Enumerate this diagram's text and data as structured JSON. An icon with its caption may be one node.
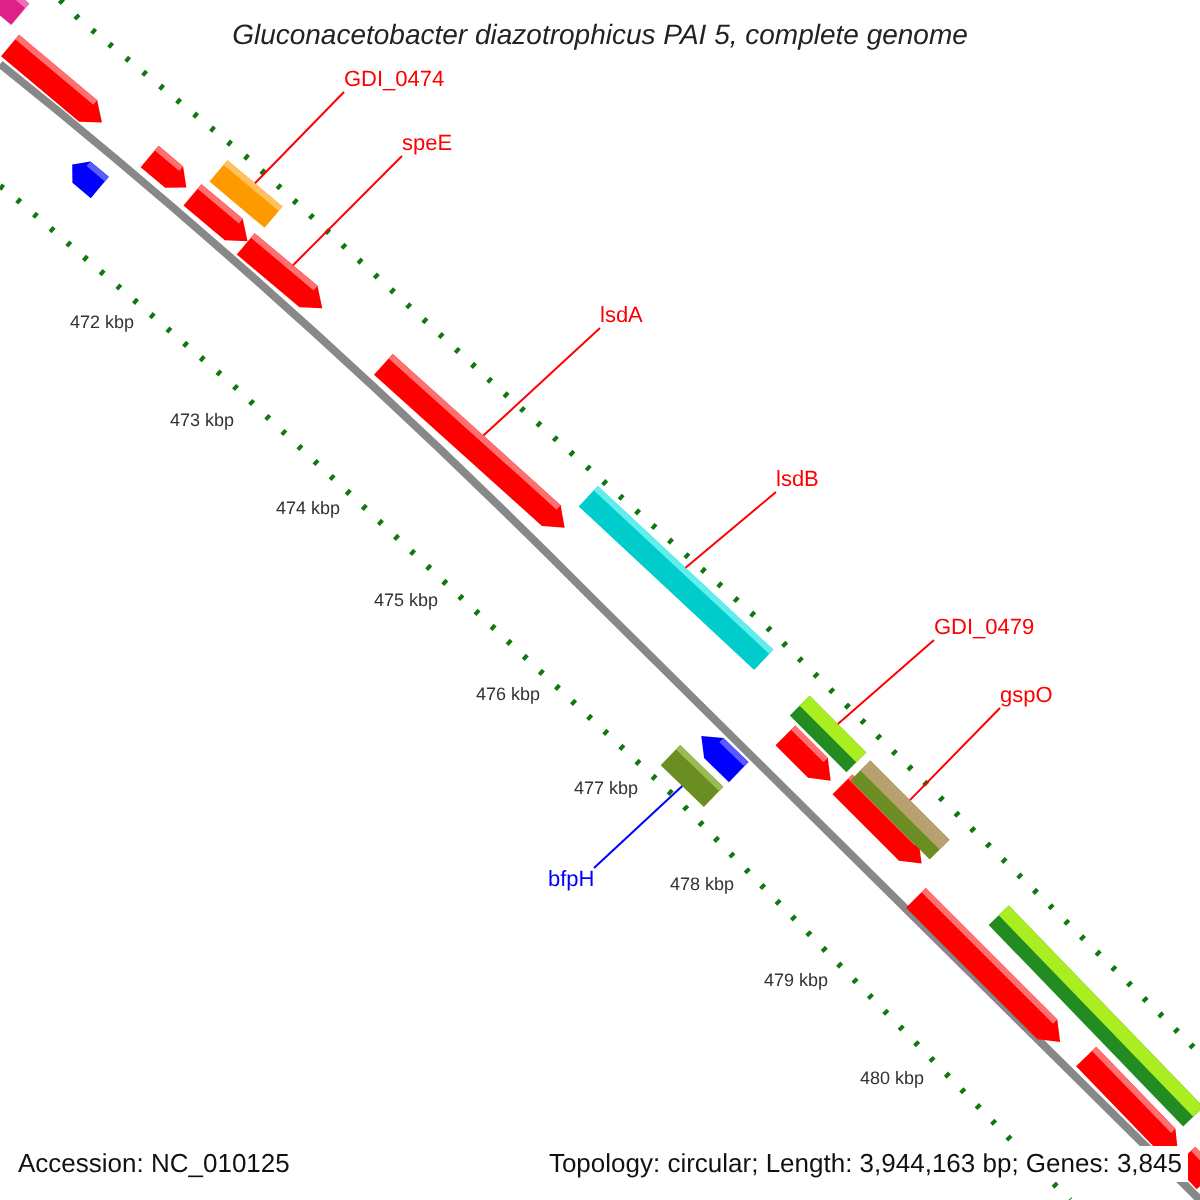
{
  "diagram": {
    "title": "Gluconacetobacter diazotrophicus PAI 5, complete genome",
    "nodes": [
      {
        "text": [
          "GDI_0474"
        ]
      },
      {
        "text": [
          "speE"
        ]
      },
      {
        "text": [
          "lsdA"
        ]
      },
      {
        "text": [
          "lsdB"
        ]
      },
      {
        "text": [
          "GDI_0479"
        ]
      },
      {
        "text": [
          "gspO"
        ]
      },
      {
        "text": [
          "bfpH"
        ]
      },
      {
        "text": [],
        "shape": "bar"
      },
      {
        "text": [],
        "shape": "bar"
      },
      {
        "text": [],
        "shape": "bar"
      },
      {
        "text": [],
        "shape": "bar"
      },
      {
        "text": [],
        "shape": "bar"
      },
      {
        "text": [],
        "shape": "bar"
      },
      {
        "text": [],
        "shape": "bar"
      }
    ],
    "edges": [
      {
        "from": 0,
        "to": 7,
        "arrow": "none"
      },
      {
        "from": 1,
        "to": 8,
        "arrow": "none"
      },
      {
        "from": 2,
        "to": 9,
        "arrow": "none"
      },
      {
        "from": 3,
        "to": 10,
        "arrow": "none"
      },
      {
        "from": 4,
        "to": 11,
        "arrow": "none"
      },
      {
        "from": 5,
        "to": 12,
        "arrow": "none"
      },
      {
        "from": 6,
        "to": 13,
        "arrow": "none",
        "color": "#0000ff"
      }
    ],
    "labels": [
      "472 kbp",
      "473 kbp",
      "474 kbp",
      "475 kbp",
      "476 kbp",
      "477 kbp",
      "478 kbp",
      "479 kbp",
      "480 kbp",
      "Accession: NC_010125",
      "Topology: circular; Length: 3,944,163 bp; Genes: 3,845"
    ]
  }
}
